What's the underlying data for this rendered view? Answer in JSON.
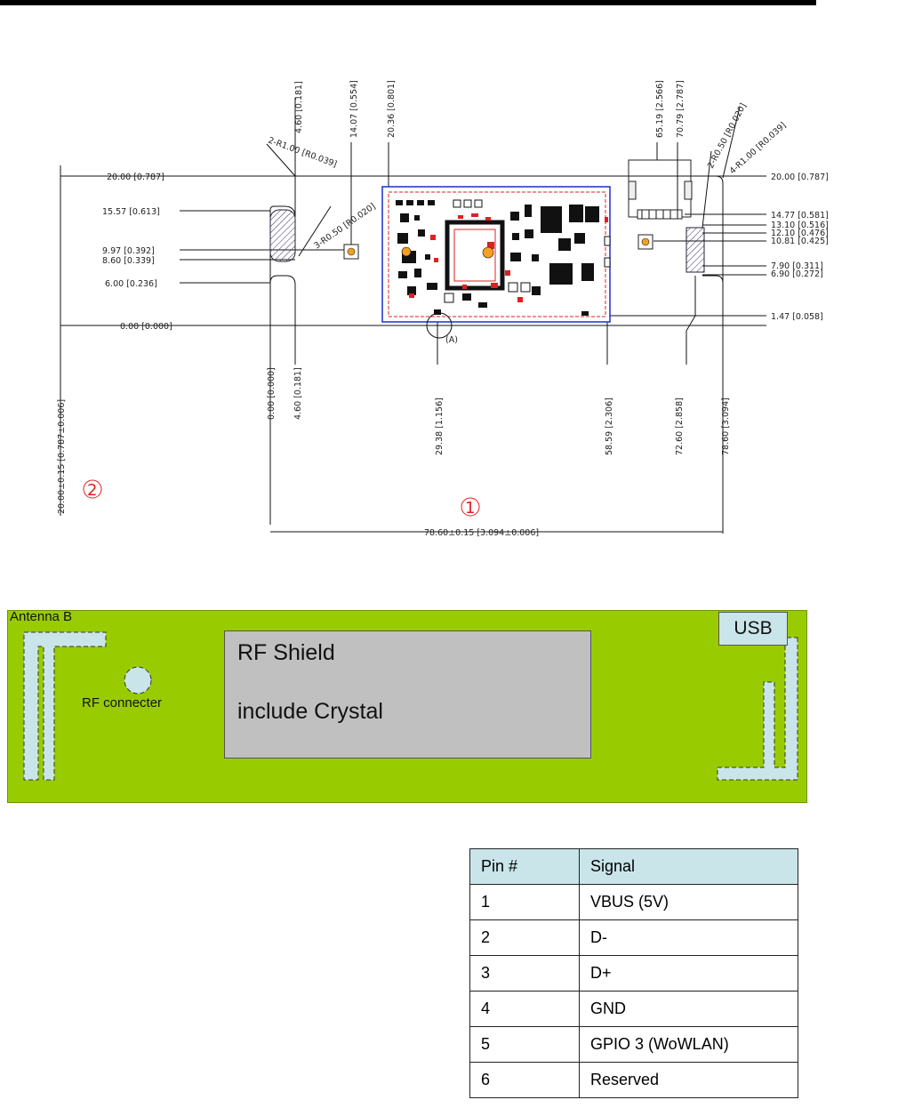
{
  "drawing": {
    "top_dims": [
      "2-R1.00 [R0.039]",
      "4.60 [0.181]",
      "14.07 [0.554]",
      "20.36 [0.801]",
      "3-R0.50 [R0.020]",
      "65.19 [2.566]",
      "70.79 [2.787]",
      "2-R0.50 [R0.020]",
      "4-R1.00 [R0.039]"
    ],
    "left_dims": [
      "20.00 [0.787]",
      "15.57 [0.613]",
      "9.97 [0.392]",
      "8.60 [0.339]",
      "6.00 [0.236]",
      "0.00 [0.000]"
    ],
    "right_dims": [
      "20.00 [0.787]",
      "14.77 [0.581]",
      "13.10 [0.516]",
      "12.10 [0.476]",
      "10.81 [0.425]",
      "7.90 [0.311]",
      "6.90 [0.272]",
      "1.47 [0.058]"
    ],
    "bottom_dims": [
      "0.00 [0.000]",
      "4.60 [0.181]",
      "29.38 [1.156]",
      "58.59 [2.306]",
      "72.60 [2.858]",
      "78.60 [3.094]"
    ],
    "detail_label": "(A)",
    "height_dim": "20.00±0.15 [0.787±0.006]",
    "width_dim": "78.60±0.15 [3.094±0.006]",
    "callout_1": "1",
    "callout_2": "2"
  },
  "board": {
    "antenna_label": "Antenna B",
    "rf_connector_label": "RF connecter",
    "shield_title": "RF Shield",
    "shield_subtitle": "include Crystal",
    "usb_label": "USB"
  },
  "pin_table": {
    "headers": [
      "Pin #",
      "Signal"
    ],
    "rows": [
      [
        "1",
        "VBUS (5V)"
      ],
      [
        "2",
        "D-"
      ],
      [
        "3",
        "D+"
      ],
      [
        "4",
        "GND"
      ],
      [
        "5",
        "GPIO 3 (WoWLAN)"
      ],
      [
        "6",
        "Reserved"
      ]
    ]
  },
  "colors": {
    "board_green": "#99cc00",
    "antenna_fill": "#c9e5ea",
    "shield_gray": "#c0c0c0",
    "table_header": "#c9e5ea",
    "annotation_red": "#e02020"
  }
}
